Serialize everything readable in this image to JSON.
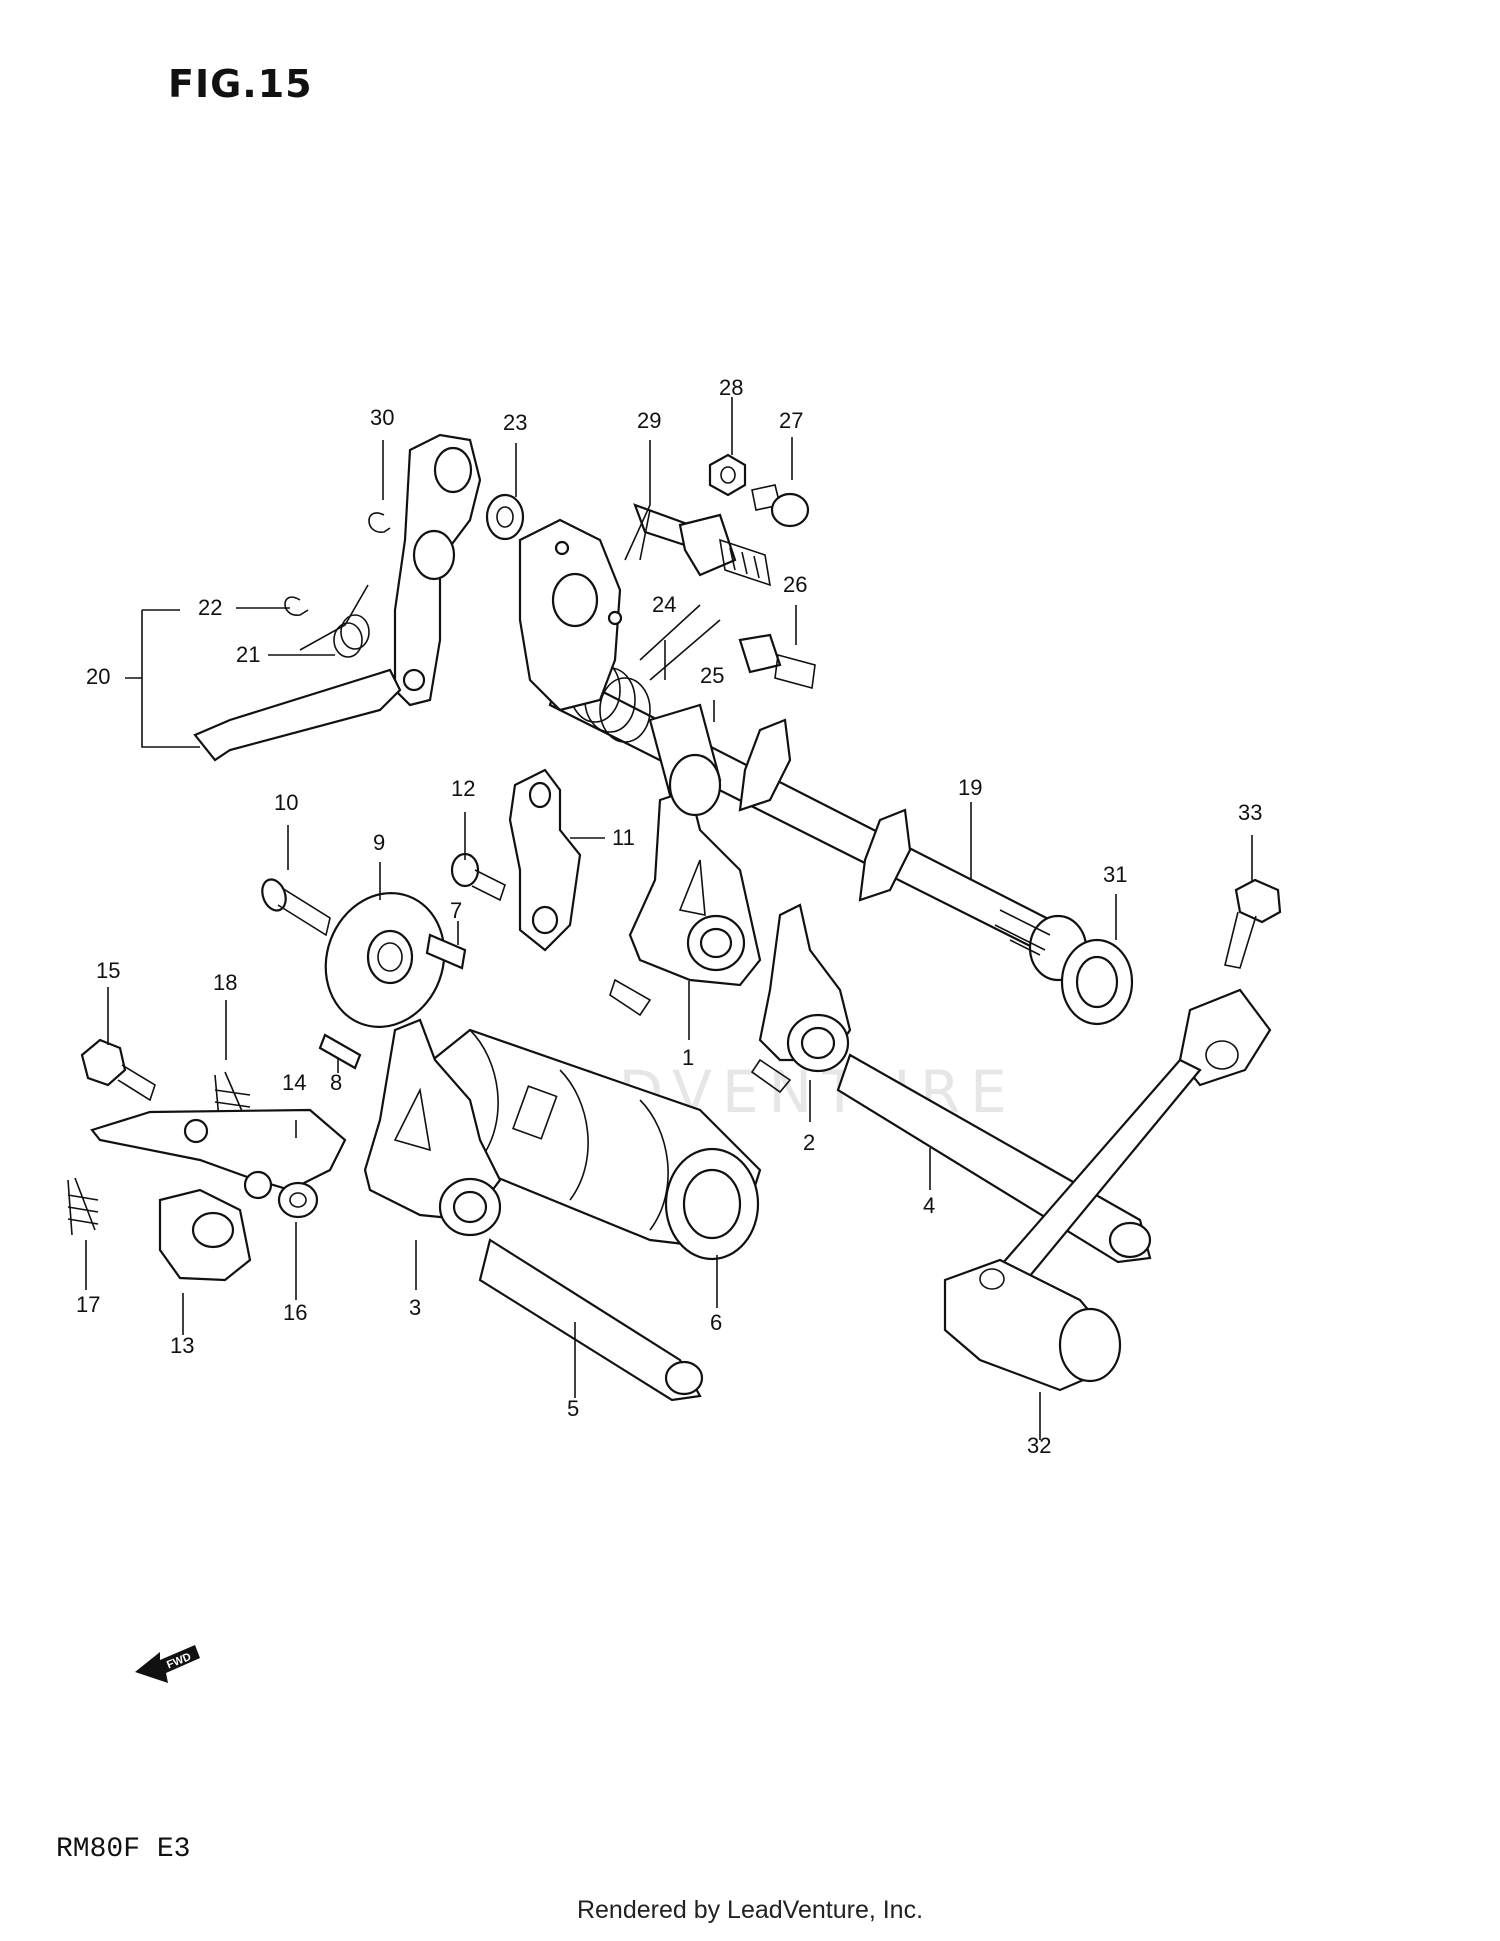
{
  "figure": {
    "title": "FIG.15",
    "model_code": "RM80F  E3",
    "footer": "Rendered by LeadVenture, Inc.",
    "direction_badge": "FWD",
    "watermark": "LEADVENTURE"
  },
  "callouts": {
    "c1": "1",
    "c2": "2",
    "c3": "3",
    "c4": "4",
    "c5": "5",
    "c6": "6",
    "c7": "7",
    "c8": "8",
    "c9": "9",
    "c10": "10",
    "c11": "11",
    "c12": "12",
    "c13": "13",
    "c14": "14",
    "c15": "15",
    "c16": "16",
    "c17": "17",
    "c18": "18",
    "c19": "19",
    "c20": "20",
    "c21": "21",
    "c22": "22",
    "c23": "23",
    "c24": "24",
    "c25": "25",
    "c26": "26",
    "c27": "27",
    "c28": "28",
    "c29": "29",
    "c30": "30",
    "c31": "31",
    "c32": "32",
    "c33": "33"
  }
}
